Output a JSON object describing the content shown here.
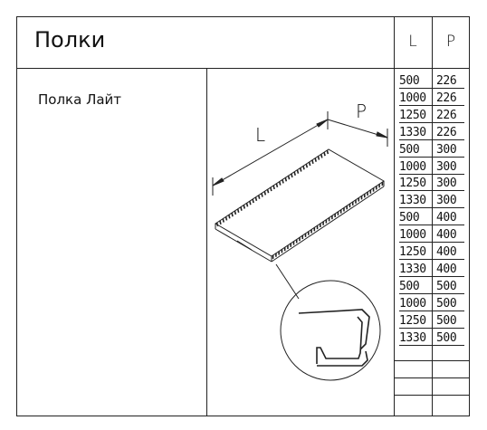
{
  "header": {
    "title": "Полки",
    "col_l": "L",
    "col_p": "P"
  },
  "product": {
    "name": "Полка Лайт"
  },
  "drawing": {
    "dim_l": "L",
    "dim_p": "P"
  },
  "table": {
    "rows": [
      {
        "l": "500",
        "p": "226"
      },
      {
        "l": "1000",
        "p": "226"
      },
      {
        "l": "1250",
        "p": "226"
      },
      {
        "l": "1330",
        "p": "226"
      },
      {
        "l": "500",
        "p": "300"
      },
      {
        "l": "1000",
        "p": "300"
      },
      {
        "l": "1250",
        "p": "300"
      },
      {
        "l": "1330",
        "p": "300"
      },
      {
        "l": "500",
        "p": "400"
      },
      {
        "l": "1000",
        "p": "400"
      },
      {
        "l": "1250",
        "p": "400"
      },
      {
        "l": "1330",
        "p": "400"
      },
      {
        "l": "500",
        "p": "500"
      },
      {
        "l": "1000",
        "p": "500"
      },
      {
        "l": "1250",
        "p": "500"
      },
      {
        "l": "1330",
        "p": "500"
      }
    ]
  }
}
